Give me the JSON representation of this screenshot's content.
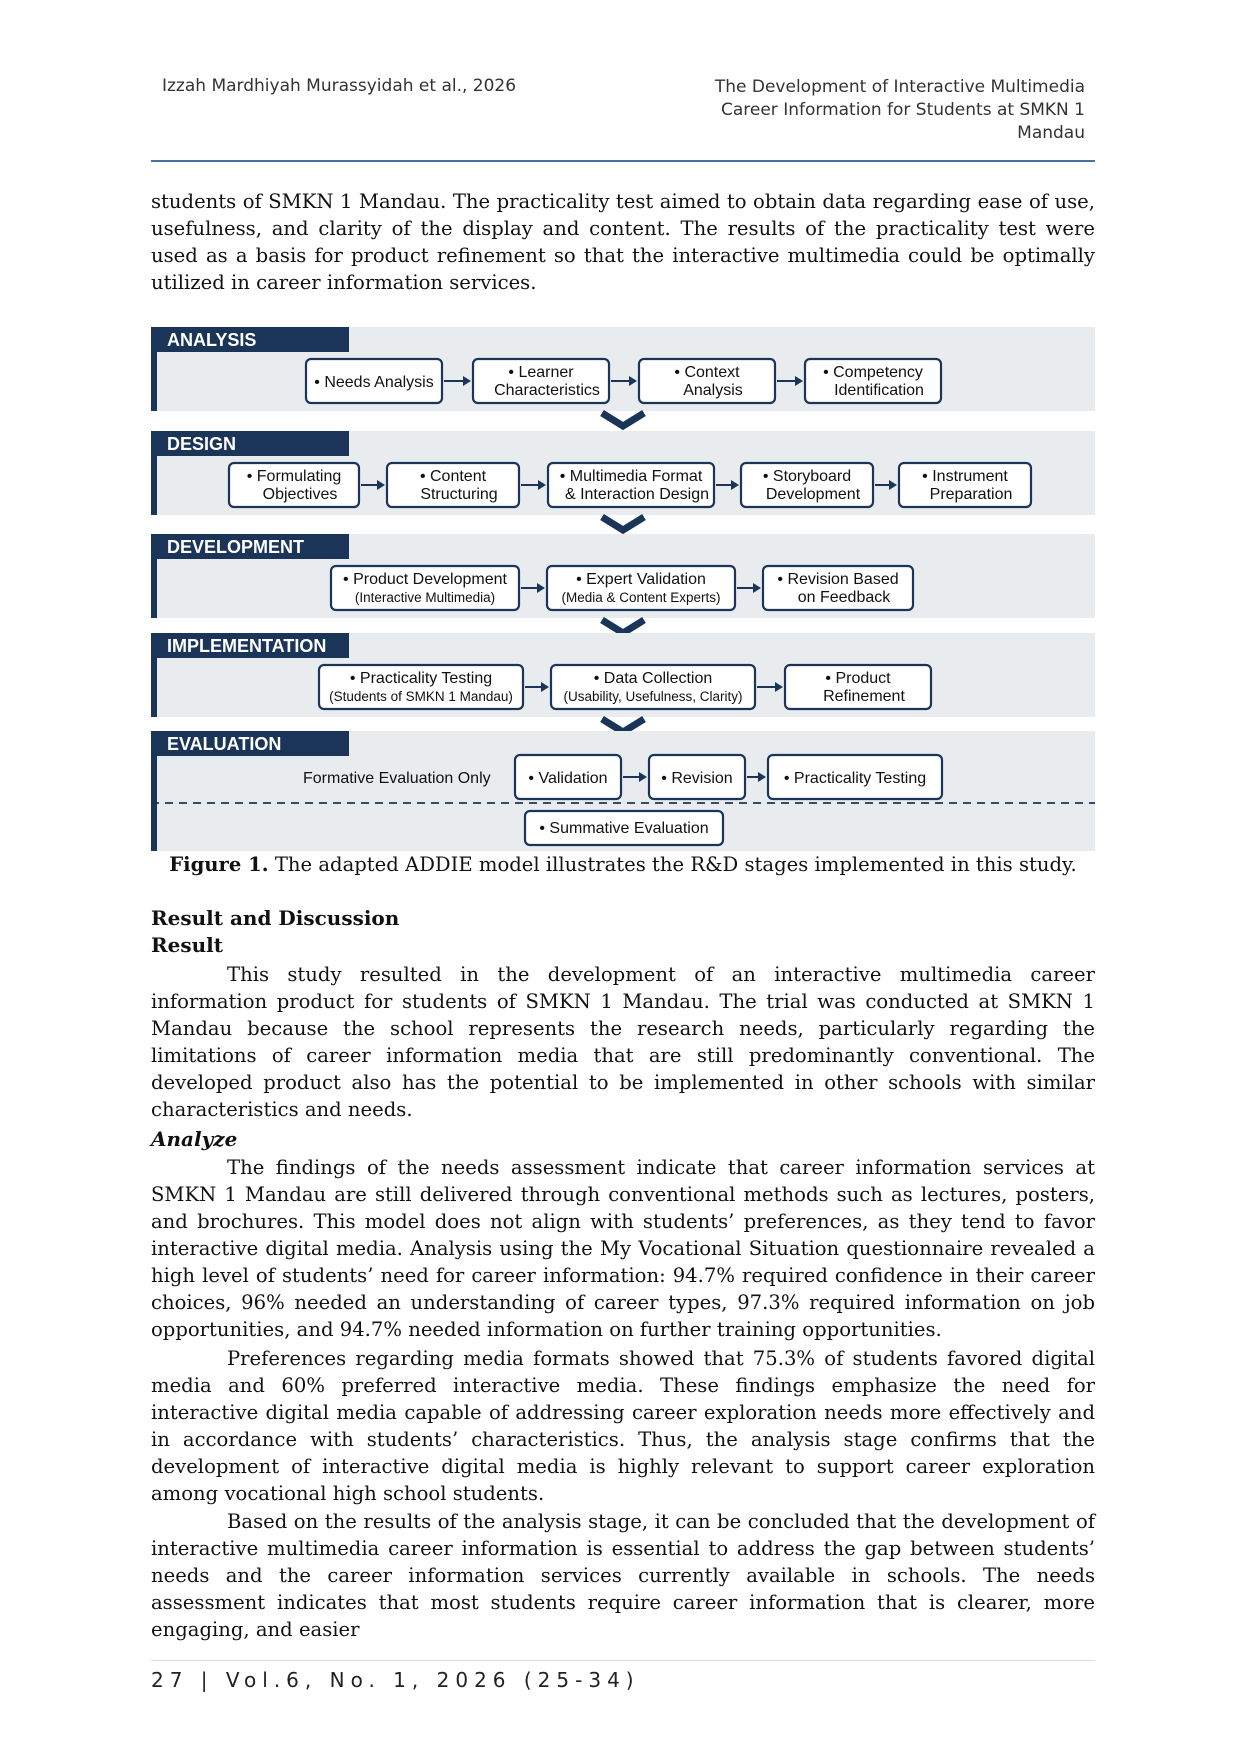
{
  "header": {
    "left": "Izzah Mardhiyah Murassyidah et al., 2026",
    "right_lines": [
      "The Development of Interactive Multimedia",
      "Career Information for Students at SMKN 1",
      "Mandau"
    ]
  },
  "intro_paragraph": "students of SMKN 1 Mandau. The practicality test aimed to obtain data regarding ease of use, usefulness, and clarity of the display and content. The results of the practicality test were used as a basis for product refinement so that the interactive multimedia could be optimally utilized in career information services.",
  "figure": {
    "stages": [
      {
        "title": "ANALYSIS",
        "steps": [
          {
            "lines": [
              "Needs Analysis"
            ]
          },
          {
            "lines": [
              "Learner",
              "Characteristics"
            ]
          },
          {
            "lines": [
              "Context",
              "Analysis"
            ]
          },
          {
            "lines": [
              "Competency",
              "Identification"
            ]
          }
        ]
      },
      {
        "title": "DESIGN",
        "steps": [
          {
            "lines": [
              "Formulating",
              "Objectives"
            ]
          },
          {
            "lines": [
              "Content",
              "Structuring"
            ]
          },
          {
            "lines": [
              "Multimedia Format",
              "& Interaction Design"
            ]
          },
          {
            "lines": [
              "Storyboard",
              "Development"
            ]
          },
          {
            "lines": [
              "Instrument",
              "Preparation"
            ]
          }
        ]
      },
      {
        "title": "DEVELOPMENT",
        "steps": [
          {
            "lines": [
              "Product Development",
              "(Interactive Multimedia)"
            ]
          },
          {
            "lines": [
              "Expert Validation",
              "(Media & Content Experts)"
            ]
          },
          {
            "lines": [
              "Revision Based",
              "on Feedback"
            ]
          }
        ]
      },
      {
        "title": "IMPLEMENTATION",
        "steps": [
          {
            "lines": [
              "Practicality Testing",
              "(Students of SMKN 1 Mandau)"
            ]
          },
          {
            "lines": [
              "Data Collection",
              "(Usability, Usefulness, Clarity)"
            ]
          },
          {
            "lines": [
              "Product",
              "Refinement"
            ]
          }
        ]
      },
      {
        "title": "EVALUATION",
        "steps": [
          {
            "lines": [
              "Validation"
            ]
          },
          {
            "lines": [
              "Revision"
            ]
          },
          {
            "lines": [
              "Practicality Testing"
            ]
          }
        ]
      }
    ],
    "evaluation_note": "Formative Evaluation Only",
    "summative": "Summative Evaluation",
    "bullet": "•"
  },
  "caption": {
    "label": "Figure 1.",
    "text": " The adapted ADDIE model illustrates the R&D stages implemented in this study."
  },
  "section": {
    "title": "Result and Discussion",
    "subtitle": "Result",
    "result_paragraph": "This study resulted in the development of an interactive multimedia career information product for students of SMKN 1 Mandau. The trial was conducted at SMKN 1 Mandau because the school represents the research needs, particularly regarding the limitations of career information media that are still predominantly conventional. The developed product also has the potential to be implemented in other schools with similar characteristics and needs."
  },
  "analyze": {
    "title": "Analyze",
    "paragraphs": [
      "The findings of the needs assessment indicate that career information services at SMKN 1 Mandau are still delivered through conventional methods such as lectures, posters, and brochures. This model does not align with students’ preferences, as they tend to favor interactive digital media. Analysis using the My Vocational Situation questionnaire revealed a high level of students’ need for career information: 94.7% required confidence in their career choices, 96% needed an understanding of career types, 97.3% required information on job opportunities, and 94.7% needed information on further training opportunities.",
      "Preferences regarding media formats showed that 75.3% of students favored digital media and 60% preferred interactive media. These findings emphasize the need for interactive digital media capable of addressing career exploration needs more effectively and in accordance with students’ characteristics. Thus, the analysis stage confirms that the development of interactive digital media is highly relevant to support career exploration among vocational high school students.",
      "Based on the results of the analysis stage, it can be concluded that the development of interactive multimedia career information is essential to address the gap between students’ needs and the career information services currently available in schools. The needs assessment indicates that most students require career information that is clearer, more engaging, and easier"
    ]
  },
  "footer": "27 | Vol.6, No. 1, 2026 (25-34)"
}
